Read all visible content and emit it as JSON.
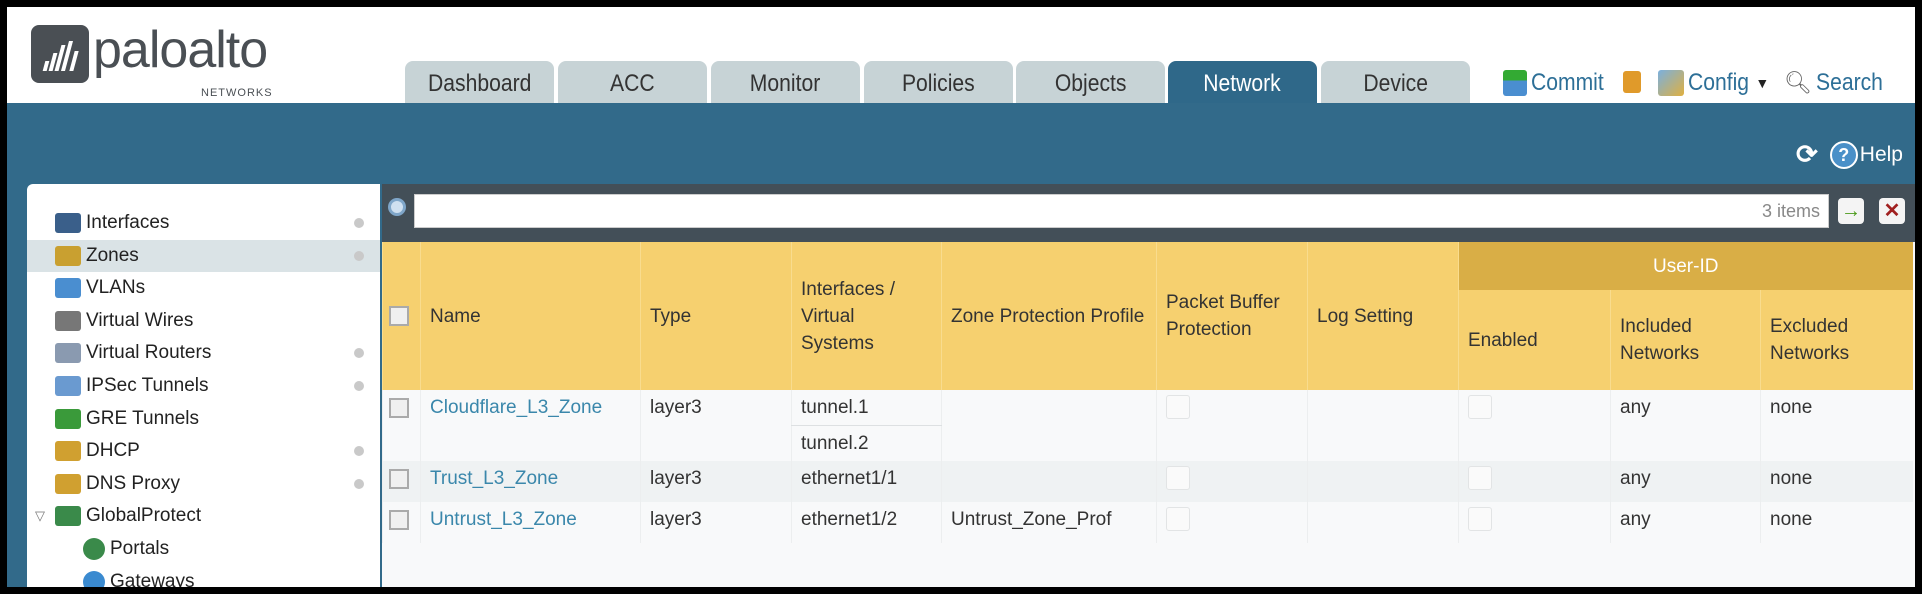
{
  "brand": {
    "name": "paloalto",
    "sub": "NETWORKS"
  },
  "tabs": [
    {
      "label": "Dashboard"
    },
    {
      "label": "ACC"
    },
    {
      "label": "Monitor"
    },
    {
      "label": "Policies"
    },
    {
      "label": "Objects"
    },
    {
      "label": "Network",
      "active": true
    },
    {
      "label": "Device"
    }
  ],
  "toolbar": {
    "commit": "Commit",
    "config": "Config",
    "search": "Search",
    "help": "Help"
  },
  "sidebar": {
    "items": [
      {
        "label": "Interfaces",
        "icon": "interfaces-icon",
        "dot": true
      },
      {
        "label": "Zones",
        "icon": "zones-icon",
        "dot": true,
        "selected": true
      },
      {
        "label": "VLANs",
        "icon": "vlans-icon"
      },
      {
        "label": "Virtual Wires",
        "icon": "virtual-wires-icon"
      },
      {
        "label": "Virtual Routers",
        "icon": "virtual-routers-icon",
        "dot": true
      },
      {
        "label": "IPSec Tunnels",
        "icon": "ipsec-tunnels-icon",
        "dot": true
      },
      {
        "label": "GRE Tunnels",
        "icon": "gre-tunnels-icon"
      },
      {
        "label": "DHCP",
        "icon": "dhcp-icon",
        "dot": true
      },
      {
        "label": "DNS Proxy",
        "icon": "dns-proxy-icon",
        "dot": true
      },
      {
        "label": "GlobalProtect",
        "icon": "globalprotect-icon",
        "expanded": true
      },
      {
        "label": "Portals",
        "icon": "portals-icon",
        "child": true
      },
      {
        "label": "Gateways",
        "icon": "gateways-icon",
        "child": true
      }
    ]
  },
  "filter": {
    "value": "",
    "count": "3 items"
  },
  "table": {
    "group_header": "User-ID",
    "columns": [
      "Name",
      "Type",
      "Interfaces / Virtual Systems",
      "Zone Protection Profile",
      "Packet Buffer Protection",
      "Log Setting",
      "Enabled",
      "Included Networks",
      "Excluded Networks"
    ],
    "rows": [
      {
        "name": "Cloudflare_L3_Zone",
        "type": "layer3",
        "interfaces": [
          "tunnel.1",
          "tunnel.2"
        ],
        "zpp": "",
        "pbp": false,
        "log": "",
        "enabled": false,
        "included": "any",
        "excluded": "none"
      },
      {
        "name": "Trust_L3_Zone",
        "type": "layer3",
        "interfaces": [
          "ethernet1/1"
        ],
        "zpp": "",
        "pbp": false,
        "log": "",
        "enabled": false,
        "included": "any",
        "excluded": "none"
      },
      {
        "name": "Untrust_L3_Zone",
        "type": "layer3",
        "interfaces": [
          "ethernet1/2"
        ],
        "zpp": "Untrust_Zone_Prof",
        "pbp": false,
        "log": "",
        "enabled": false,
        "included": "any",
        "excluded": "none"
      }
    ]
  },
  "colors": {
    "band": "#326a8a",
    "active_tab": "#2f6889",
    "header_yellow": "#f6d06f",
    "group_yellow": "#d9ae46",
    "link": "#3a87ab"
  }
}
